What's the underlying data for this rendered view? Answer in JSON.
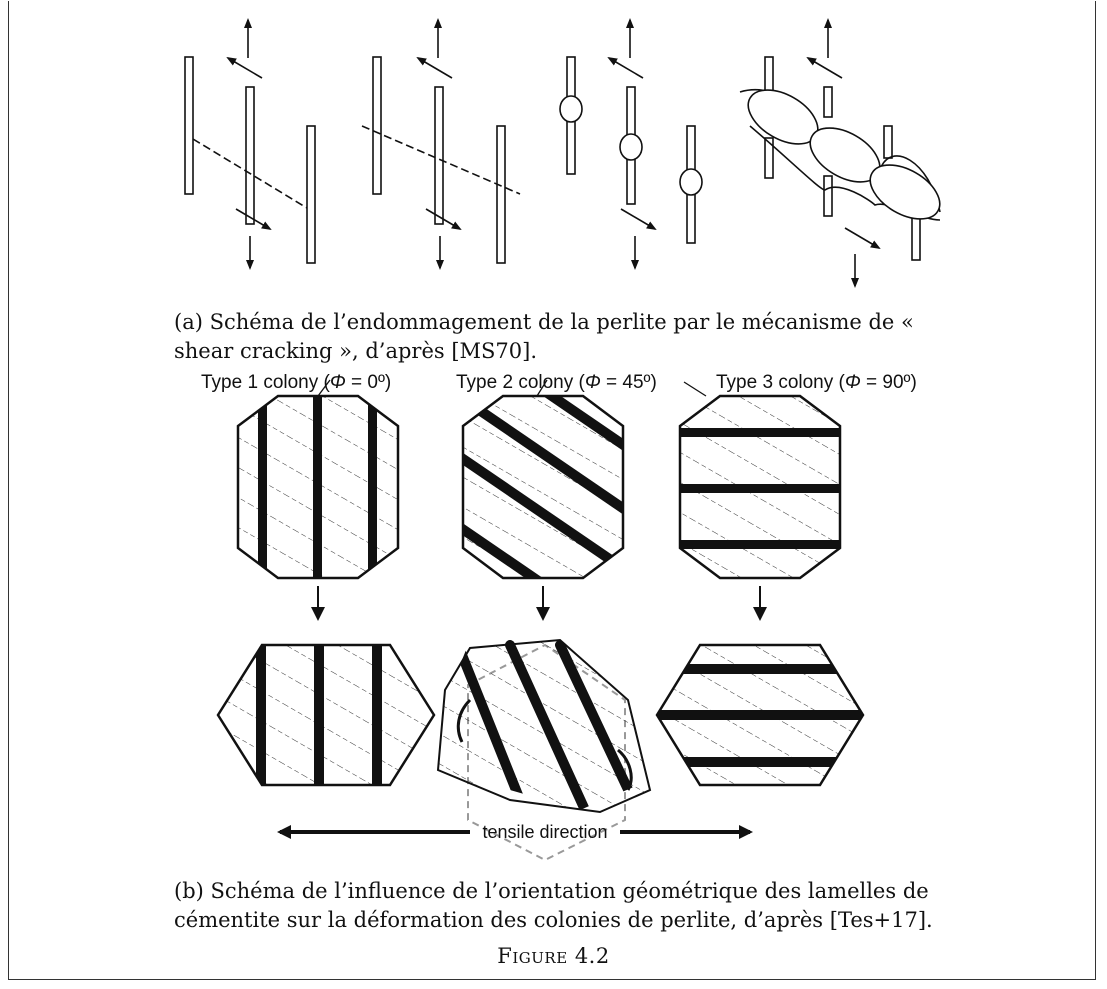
{
  "panel_a": {
    "caption": "(a) Schéma de l’endommagement de la perlite par le mécanisme de « shear cracking », d’après [MS70]."
  },
  "panel_b": {
    "colony_labels": [
      {
        "prefix": "Type 1 colony (",
        "symbol": "Φ",
        "suffix": " = 0º)"
      },
      {
        "prefix": "Type 2 colony (",
        "symbol": "Φ",
        "suffix": " = 45º)"
      },
      {
        "prefix": "Type 3 colony (",
        "symbol": "Φ",
        "suffix": " = 90º)"
      }
    ],
    "direction_label": "tensile direction",
    "caption": "(b) Schéma de l’influence de l’orientation géométrique des lamelles de cémentite sur la déformation des colonies de perlite, d’après [Tes+17]."
  },
  "figure_label": "Figure 4.2"
}
